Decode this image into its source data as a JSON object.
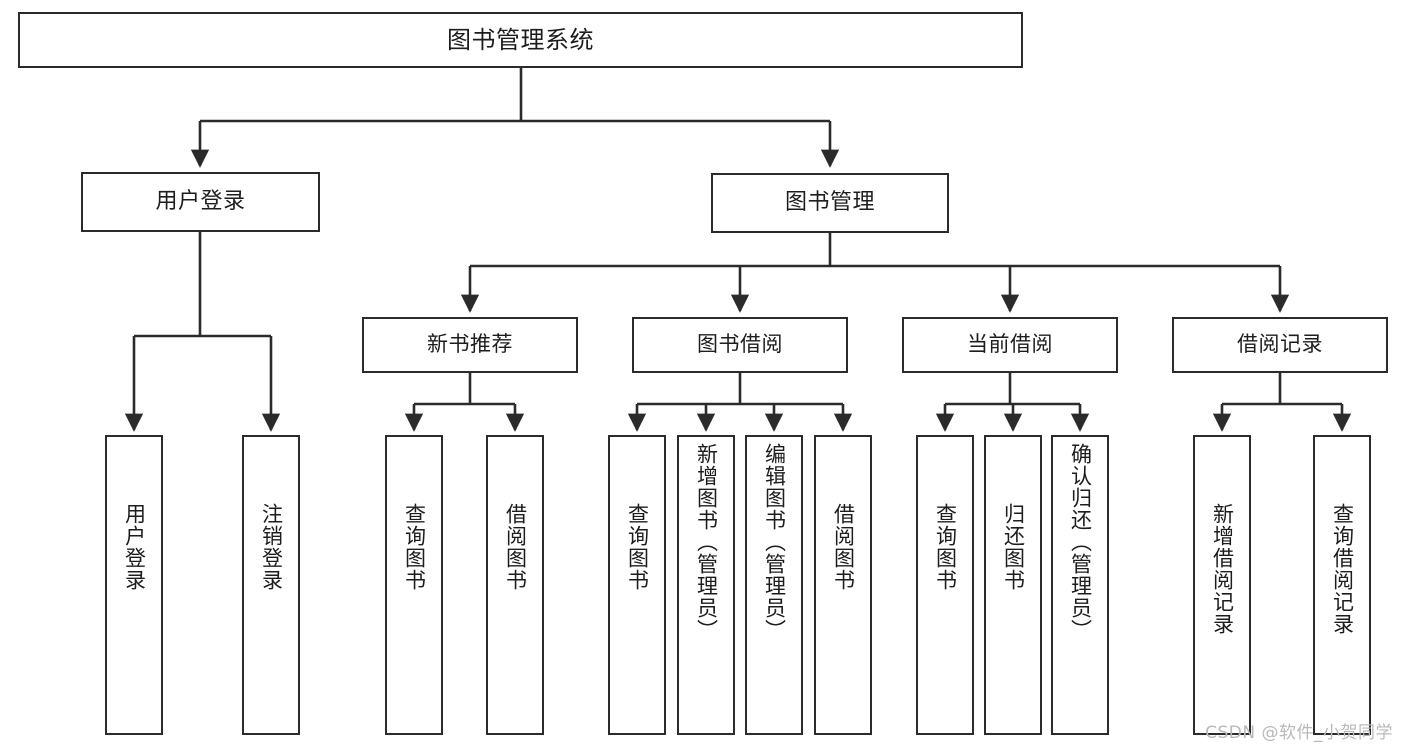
{
  "diagram": {
    "type": "tree-hierarchy-functional-decomposition",
    "title": "图书管理系统",
    "watermark": "CSDN @软件_小贺同学",
    "colors": {
      "stroke": "#2b2b2b",
      "fill": "#ffffff",
      "text": "#1d1d1d",
      "watermark": "#b9b9b9"
    },
    "nodes": {
      "root": {
        "label": "图书管理系统"
      },
      "level2": [
        {
          "id": "user-login",
          "label": "用户登录"
        },
        {
          "id": "book-manage",
          "label": "图书管理"
        }
      ],
      "level3": [
        {
          "id": "new-book-recommend",
          "label": "新书推荐"
        },
        {
          "id": "book-borrow",
          "label": "图书借阅"
        },
        {
          "id": "current-borrow",
          "label": "当前借阅"
        },
        {
          "id": "borrow-record",
          "label": "借阅记录"
        }
      ],
      "leaves": {
        "user-login": [
          {
            "id": "leaf-user-login",
            "label": "用户登录"
          },
          {
            "id": "leaf-logout-login",
            "label": "注销登录"
          }
        ],
        "new-book-recommend": [
          {
            "id": "leaf-query-book-1",
            "label": "查询图书"
          },
          {
            "id": "leaf-borrow-book-1",
            "label": "借阅图书"
          }
        ],
        "book-borrow": [
          {
            "id": "leaf-query-book-2",
            "label": "查询图书"
          },
          {
            "id": "leaf-add-book",
            "label": "新增图书（管理员）"
          },
          {
            "id": "leaf-edit-book",
            "label": "编辑图书（管理员）"
          },
          {
            "id": "leaf-borrow-book-2",
            "label": "借阅图书"
          }
        ],
        "current-borrow": [
          {
            "id": "leaf-query-book-3",
            "label": "查询图书"
          },
          {
            "id": "leaf-return-book",
            "label": "归还图书"
          },
          {
            "id": "leaf-confirm-return",
            "label": "确认归还（管理员）"
          }
        ],
        "borrow-record": [
          {
            "id": "leaf-add-record",
            "label": "新增借阅记录"
          },
          {
            "id": "leaf-query-record",
            "label": "查询借阅记录"
          }
        ]
      }
    }
  }
}
